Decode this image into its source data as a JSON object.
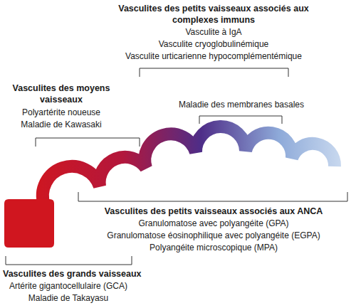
{
  "diagram": {
    "labels": [
      "Vasculites des petits vaisseaux associés aux complexes immuns",
      "Vasculite à IgA",
      "Vasculite cryoglobulinémique",
      "Vasculite urticarienne hypocomplémentémique",
      "Vasculites des moyens vaisseaux",
      "Polyartérite noueuse",
      "Maladie de Kawasaki",
      "Maladie des membranes basales",
      "Vasculites des petits vaisseaux associés aux ANCA",
      "Granulomatose avec polyangéite (GPA)",
      "Granulomatose éosinophilique avec polyangéite (EGPA)",
      "Polyangéite microscopique (MPA)",
      "Vasculites des grands vaisseaux",
      "Artérite gigantocellulaire (GCA)",
      "Maladie de Takayasu"
    ]
  }
}
